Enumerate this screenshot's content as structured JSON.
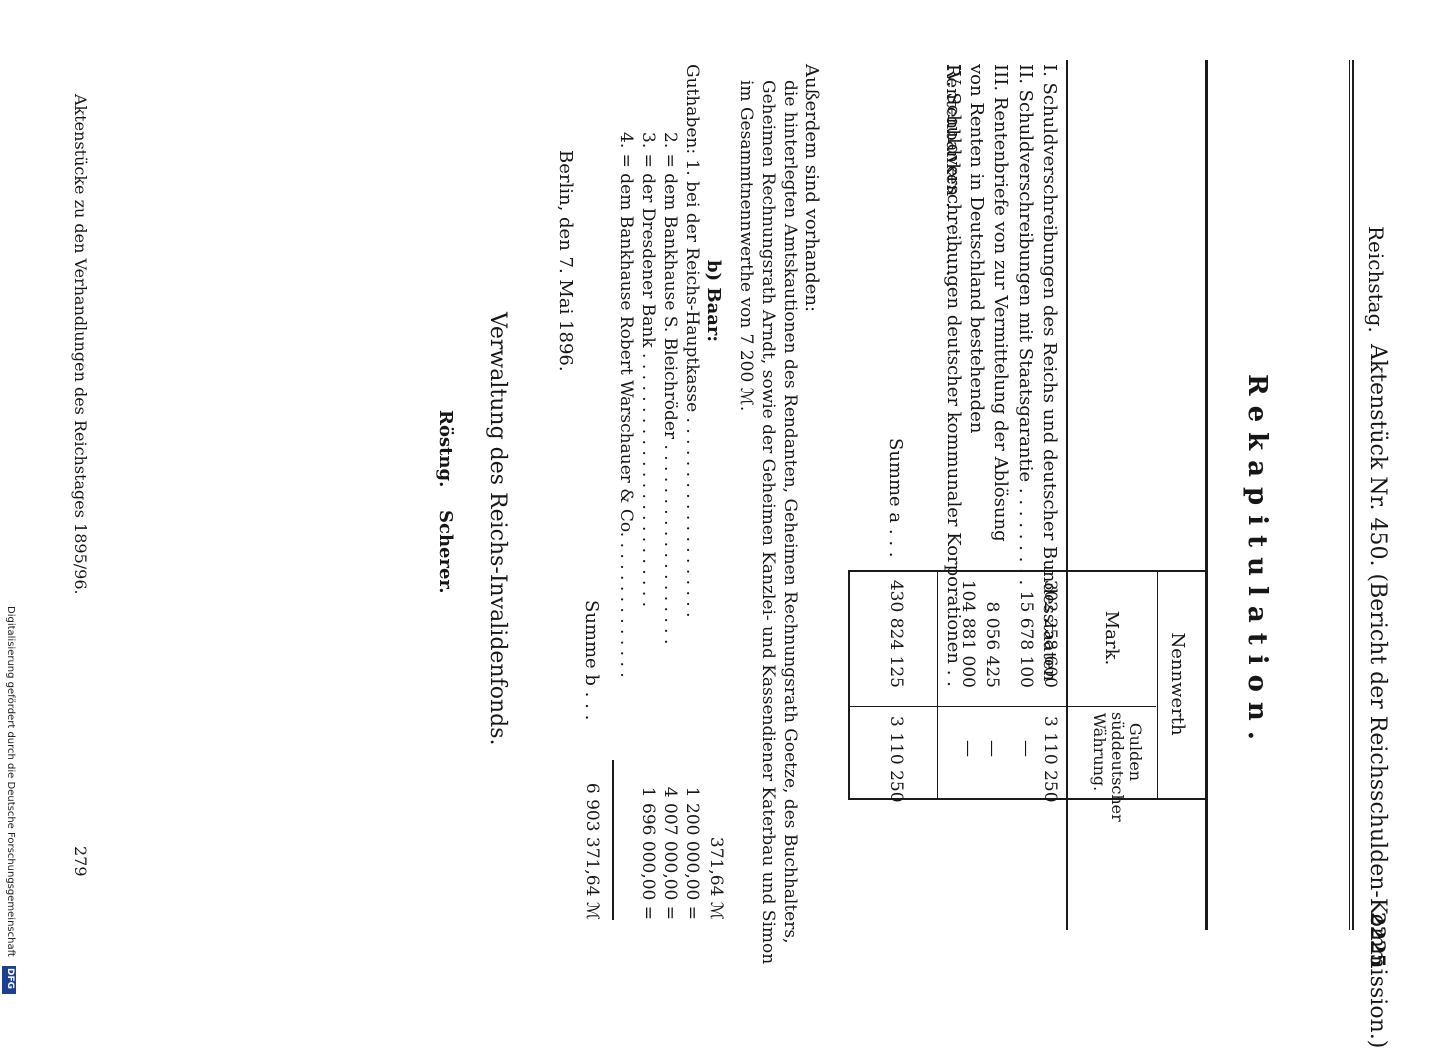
{
  "header": {
    "left": "Reichstag.",
    "center": "Aktenstück Nr. 450. (Bericht der Reichsschulden-Kommission.)",
    "page_number": "2225"
  },
  "title": "Rekapitulation.",
  "table": {
    "col_group": "Nennwerth",
    "col_mark": "Mark.",
    "col_gulden": "Gulden süddeutscher Währung.",
    "rows": [
      {
        "label": "I. Schuldverschreibungen des Reichs und deutscher Bundesstaaten",
        "mark": "302 258 600",
        "gulden": "3 110 250"
      },
      {
        "label": "II. Schuldverschreibungen mit Staatsgarantie . . . . . . . . .",
        "mark": "15 678 100",
        "gulden": "—"
      },
      {
        "label": "III. Rentenbriefe von zur Vermittelung der Ablösung von Renten in Deutschland bestehenden Rentenbanken . . . . . . . .",
        "mark": "8 056 425",
        "gulden": "—"
      },
      {
        "label": "IV. Schuldverschreibungen deutscher kommunaler Korporationen . .",
        "mark": "104 881 000",
        "gulden": "—"
      }
    ],
    "sum_label": "Summe a . . .",
    "sum_mark": "430 824 125",
    "sum_gulden": "3 110 250"
  },
  "para": {
    "line1": "Außerdem sind vorhanden:",
    "line2": "die hinterlegten Amtskautionen des Rendanten, Geheimen Rechnungsrath Goetze, des Buchhalters,",
    "line3": "Geheimen Rechnungsrath Arndt, sowie der Geheimen Kanzlei- und Kassendiener Katerbau und Simon",
    "line4": "im Gesammtnennwerthe von 7 200 ℳ."
  },
  "baar": {
    "heading": "b) Baar:",
    "first_value": "371,64 ℳ",
    "rows": [
      {
        "label": "Guthaben: 1. bei der Reichs-Hauptkasse . . . . . . . . . . . . . . . . . . .",
        "value": "1 200 000,00 ="
      },
      {
        "label": "2. = dem Bankhause S. Bleichröder . . . . . . . . . . . . . . . . . . .",
        "value": "4 007 000,00 ="
      },
      {
        "label": "3. = der Dresdener Bank . . . . . . . . . . . . . . . . . . . . . . . .",
        "value": "1 696 000,00 ="
      },
      {
        "label": "4. = dem Bankhause Robert Warschauer & Co. . . . . . . . . . . . . .",
        "value": ""
      }
    ],
    "sum_label": "Summe b . . .",
    "sum_value": "6 903 371,64 ℳ"
  },
  "date": "Berlin, den 7. Mai 1896.",
  "signature": {
    "org": "Verwaltung des Reichs-Invalidenfonds.",
    "name1": "Röstng.",
    "name2": "Scherer."
  },
  "footer": {
    "left": "Aktenstücke zu den Verhandlungen des Reichstages 1895/96.",
    "right": "279"
  },
  "margin_note": "Digitalisierung gefördert durch die Deutsche Forschungsgemeinschaft",
  "logo_text": "DFG"
}
